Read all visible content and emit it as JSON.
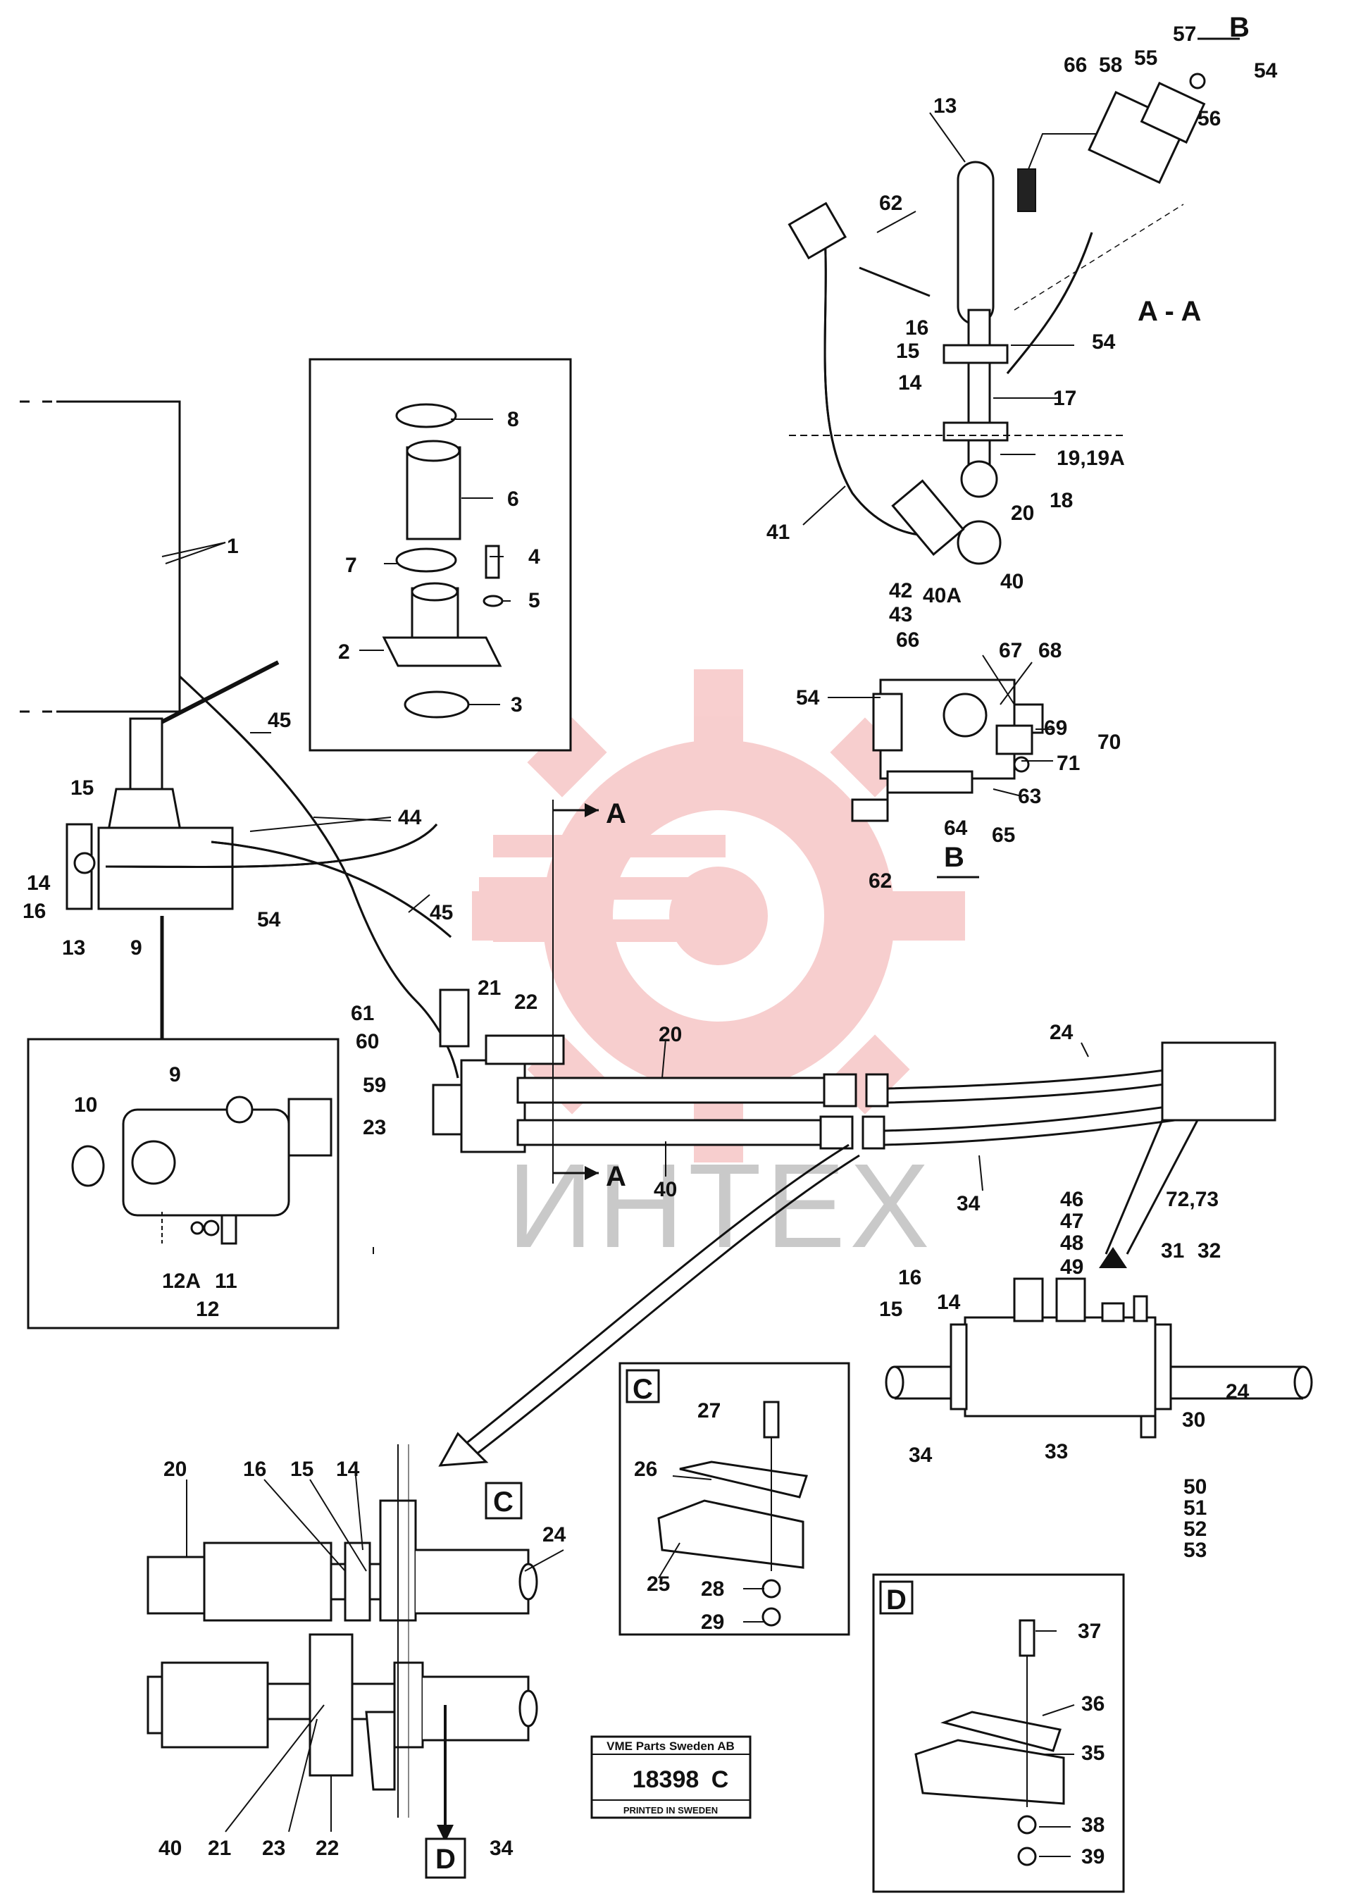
{
  "watermark": {
    "text": "ИНТЕХ",
    "color": "#e86a6a"
  },
  "section_markers": {
    "A_top": "A",
    "A_bottom": "A",
    "view_AA": "A - A",
    "view_B": "B",
    "view_B_top": "B",
    "detail_C": "C",
    "detail_C_ref": "C",
    "detail_D": "D",
    "detail_D_ref": "D"
  },
  "labels": {
    "p1": "1",
    "p2": "2",
    "p3": "3",
    "p4": "4",
    "p5": "5",
    "p6": "6",
    "p7": "7",
    "p8": "8",
    "p9a": "9",
    "p9b": "9",
    "p10": "10",
    "p11": "11",
    "p12": "12",
    "p12a": "12A",
    "p13a": "13",
    "p13b": "13",
    "p14a": "14",
    "p14b": "14",
    "p14c": "14",
    "p14d": "14",
    "p15a": "15",
    "p15b": "15",
    "p15c": "15",
    "p15d": "15",
    "p16a": "16",
    "p16b": "16",
    "p16c": "16",
    "p16d": "16",
    "p17": "17",
    "p18": "18",
    "p19": "19,19A",
    "p20a": "20",
    "p20b": "20",
    "p20c": "20",
    "p21a": "21",
    "p21b": "21",
    "p22a": "22",
    "p22b": "22",
    "p23a": "23",
    "p23b": "23",
    "p24a": "24",
    "p24b": "24",
    "p24c": "24",
    "p25": "25",
    "p26": "26",
    "p27": "27",
    "p28": "28",
    "p29": "29",
    "p30": "30",
    "p31": "31",
    "p32": "32",
    "p33": "33",
    "p34a": "34",
    "p34b": "34",
    "p34c": "34",
    "p35": "35",
    "p36": "36",
    "p37": "37",
    "p38": "38",
    "p39": "39",
    "p40a": "40",
    "p40b": "40",
    "p40c": "40",
    "p40A": "40A",
    "p41": "41",
    "p42": "42",
    "p43": "43",
    "p44": "44",
    "p45a": "45",
    "p45b": "45",
    "p46": "46",
    "p47": "47",
    "p48": "48",
    "p49": "49",
    "p50": "50",
    "p51": "51",
    "p52": "52",
    "p53": "53",
    "p54a": "54",
    "p54b": "54",
    "p54c": "54",
    "p54d": "54",
    "p55": "55",
    "p56": "56",
    "p57": "57",
    "p58": "58",
    "p59": "59",
    "p60": "60",
    "p61": "61",
    "p62a": "62",
    "p62b": "62",
    "p63": "63",
    "p64": "64",
    "p65": "65",
    "p66a": "66",
    "p66b": "66",
    "p67": "67",
    "p68": "68",
    "p69": "69",
    "p70": "70",
    "p71": "71",
    "p72": "72,73"
  },
  "plate": {
    "company": "VME Parts Sweden AB",
    "number": "18398",
    "suffix": "C",
    "printed": "PRINTED IN SWEDEN"
  }
}
